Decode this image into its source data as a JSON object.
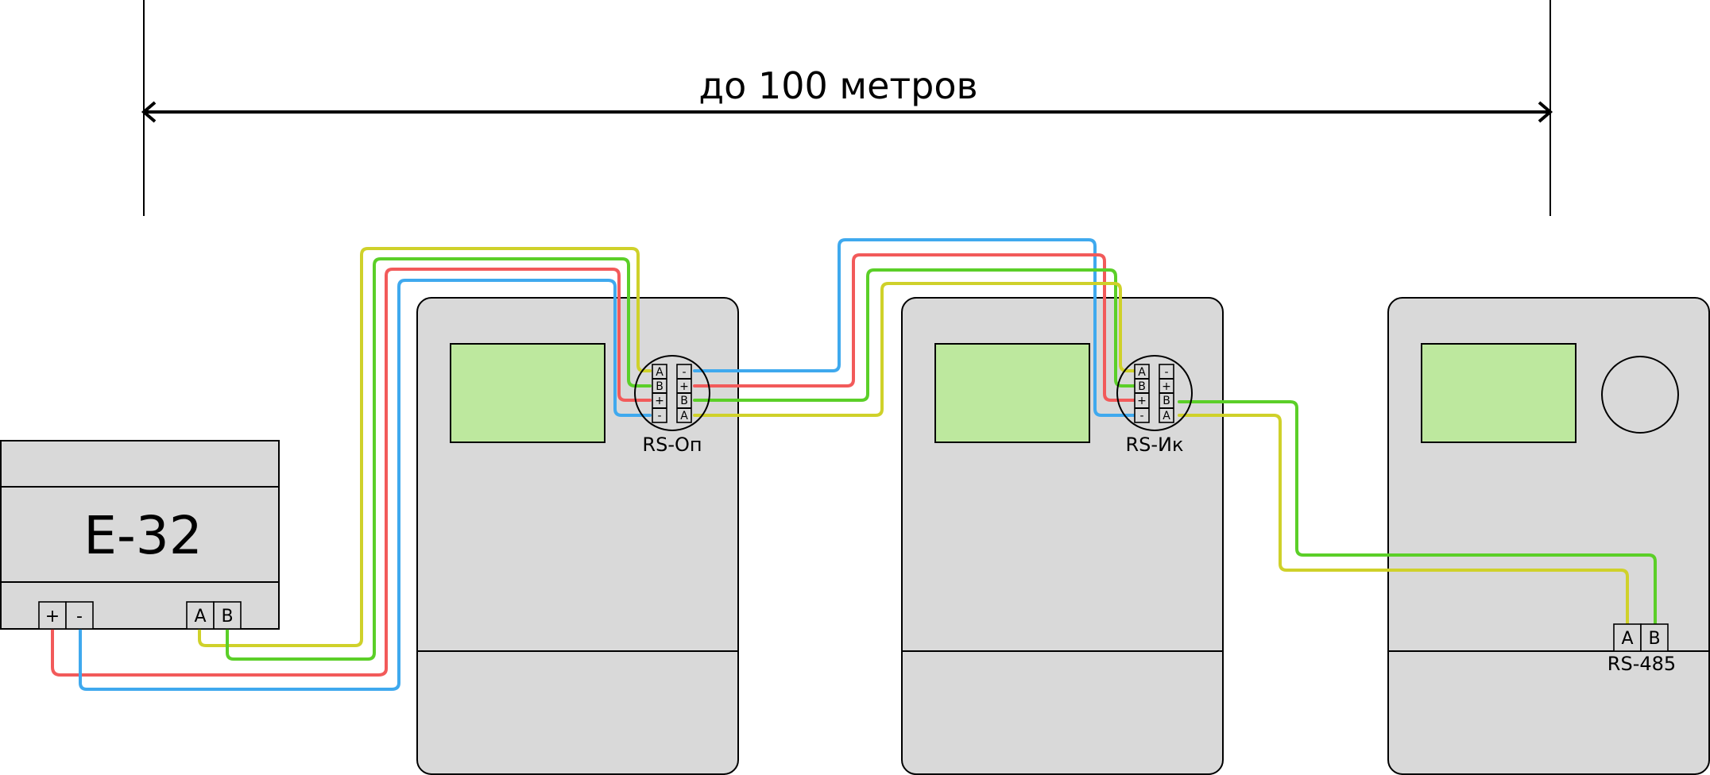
{
  "distance_label": "до 100 метров",
  "controller": {
    "name": "E-32",
    "power_terminals": [
      "+",
      "-"
    ],
    "bus_terminals": [
      "A",
      "B"
    ]
  },
  "devices": [
    {
      "port_label": "RS-Оп",
      "left_terminals": [
        "A",
        "B",
        "+",
        "-"
      ],
      "right_terminals": [
        "-",
        "+",
        "B",
        "A"
      ]
    },
    {
      "port_label": "RS-Ик",
      "left_terminals": [
        "A",
        "B",
        "+",
        "-"
      ],
      "right_terminals": [
        "-",
        "+",
        "B",
        "A"
      ]
    },
    {
      "port_label": "RS-485",
      "terminals": [
        "A",
        "B"
      ]
    }
  ],
  "wire_colors": {
    "A": "#cfd12a",
    "B": "#5bcf28",
    "plus": "#f25a5a",
    "minus": "#3fa9ee"
  }
}
